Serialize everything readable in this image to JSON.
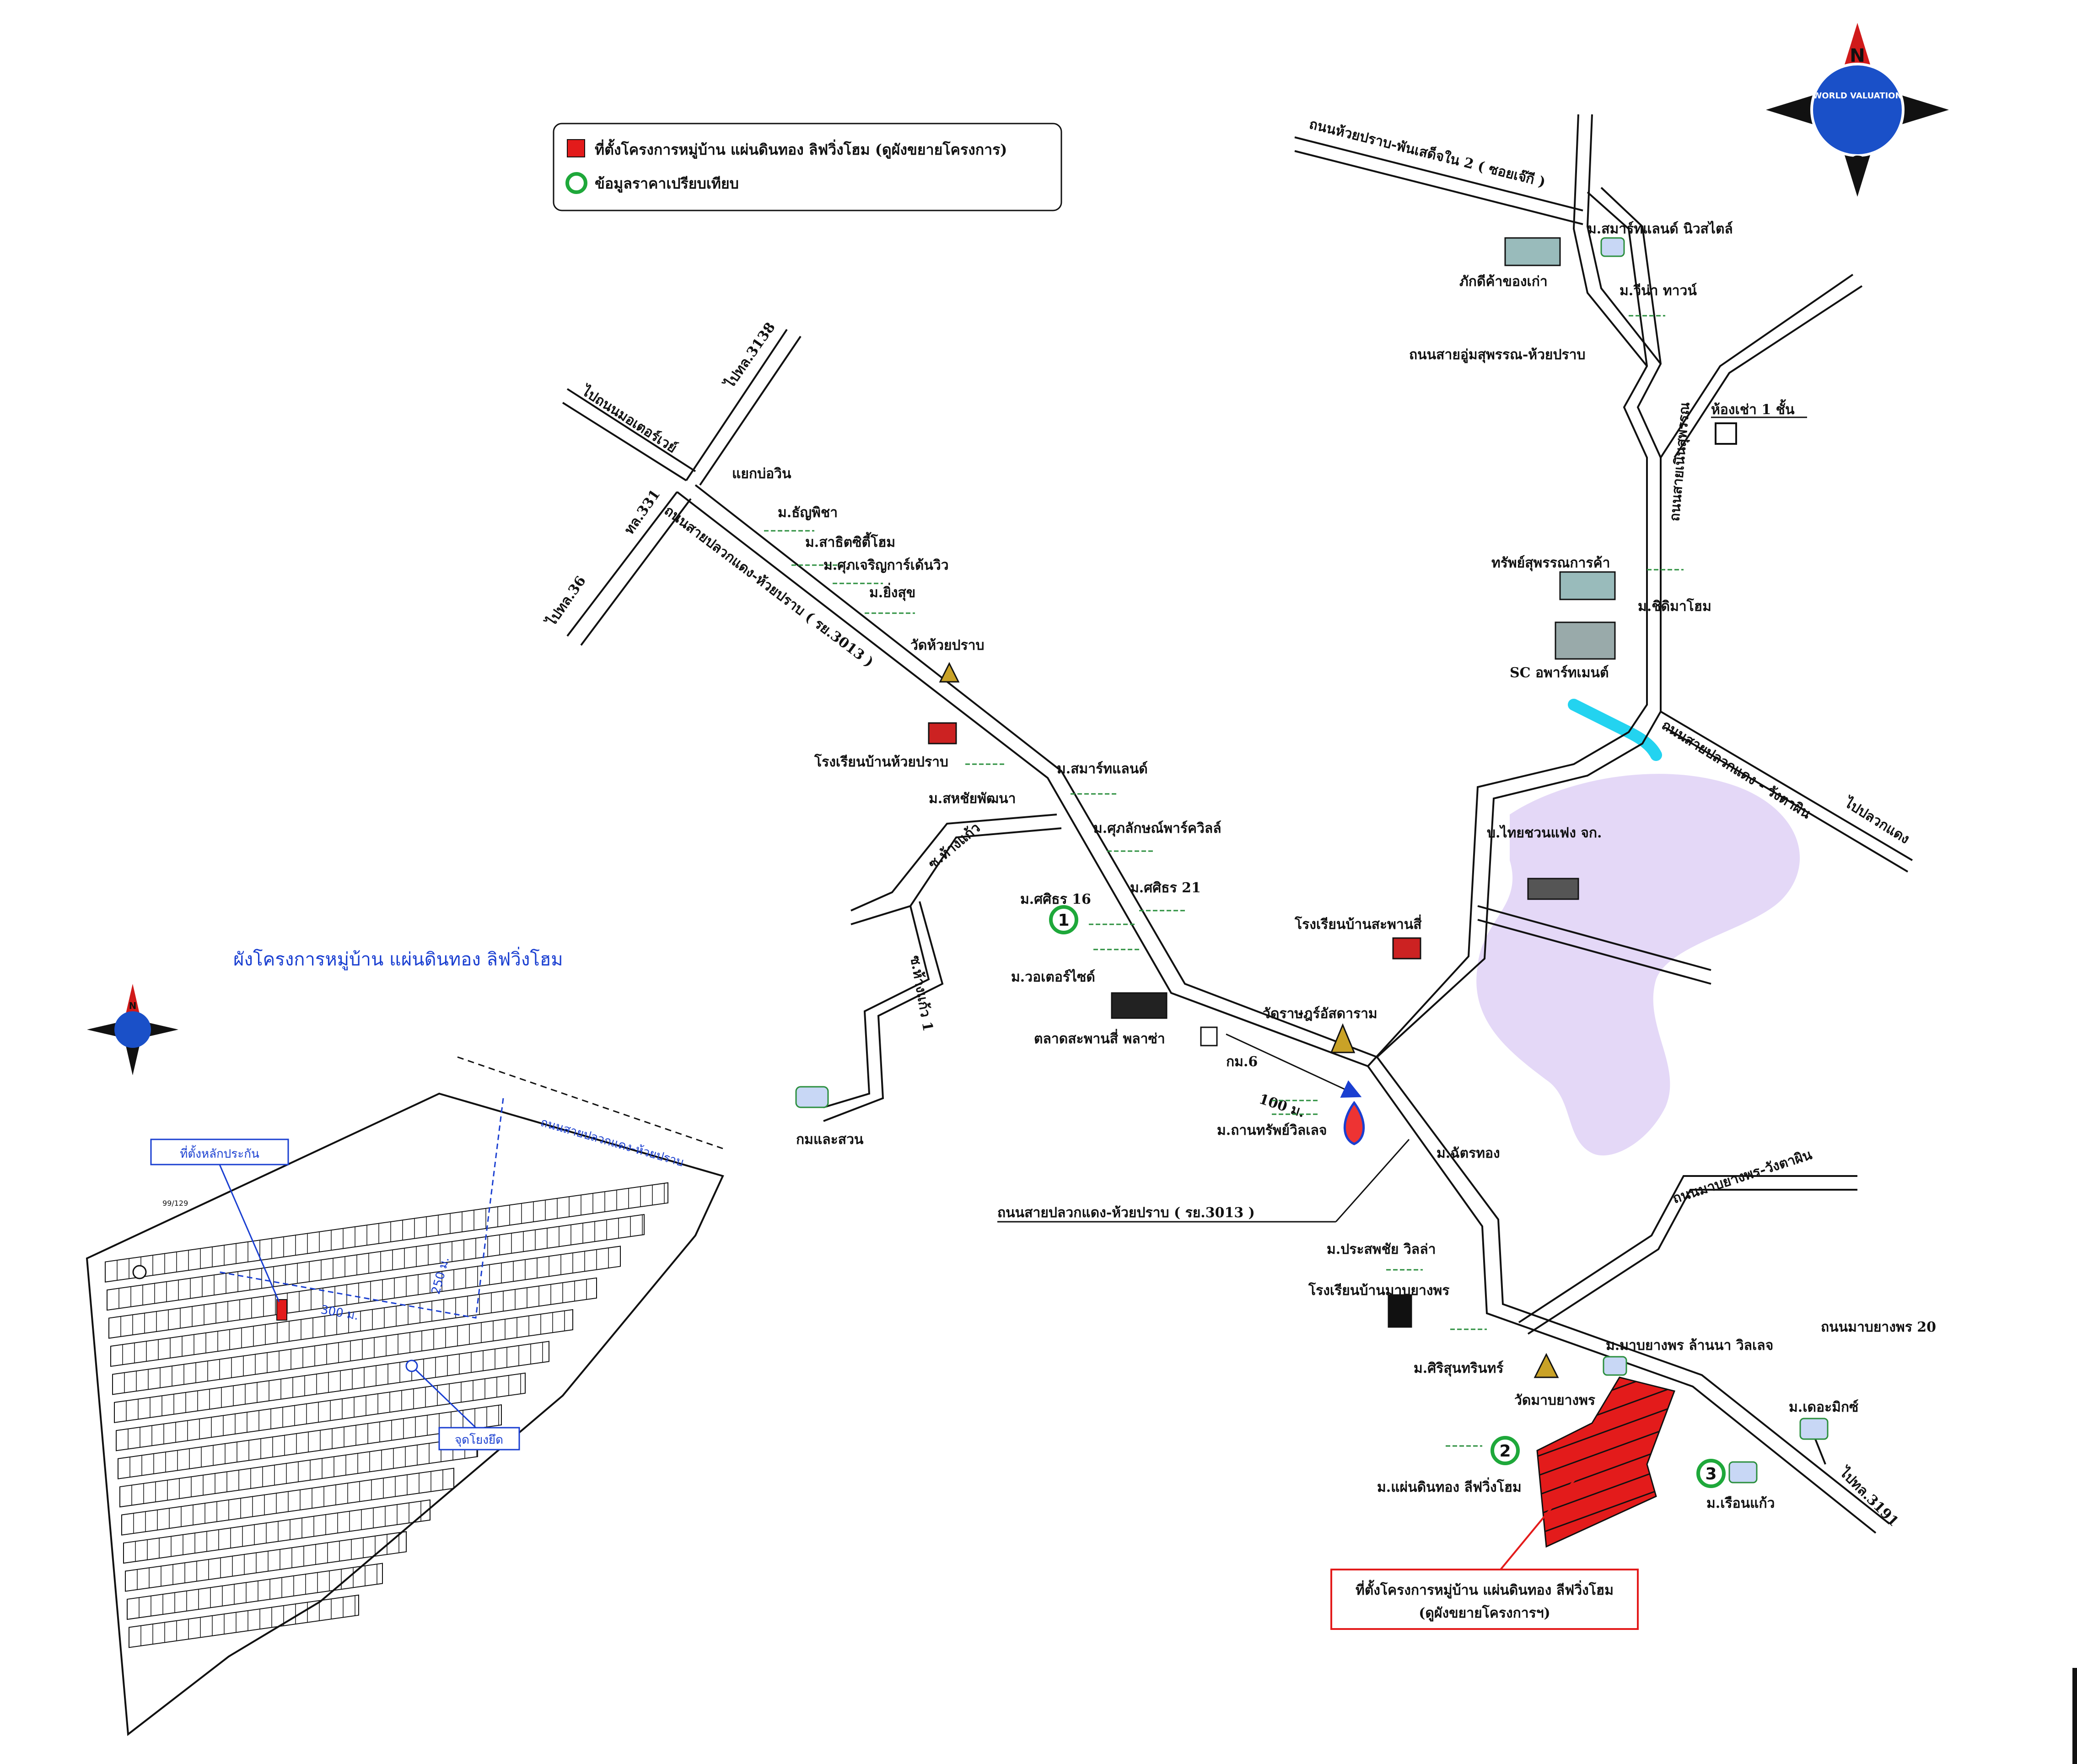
{
  "legend": {
    "project_location": "ที่ตั้งโครงการหมู่บ้าน แผ่นดินทอง ลิฟวิ่งโฮม (ดูผังขยายโครงการ)",
    "comparables": "ข้อมูลราคาเปรียบเทียบ"
  },
  "compass": {
    "n": "N",
    "s": "S",
    "e": "E",
    "w": "W",
    "brand": "WORLD VALUATION"
  },
  "small_compass": {
    "n": "N",
    "s": "S",
    "e": "E",
    "w": "W"
  },
  "roads": {
    "main_road_diag": "ถนนสายปลวกแดง-ห้วยปราบ ( รย.3013 )",
    "main_road_callout": "ถนนสายปลวกแดง-ห้วยปราบ ( รย.3013 )",
    "huai_prab_phan": "ถนนห้วยปราบ-พันเสด็จใน 2 ( ซอยเจ๊กี )",
    "sai_nong_suphan": "ถนนสายอู่มสุพรรณ-ห้วยปราบ",
    "noen_suphan": "ถนนสายเนินสุพรรณ",
    "pluak_daeng_wang": "ถนนสายปลวกแดง - วังตาผิน",
    "to_pluak_daeng": "ไปปลวกแดง",
    "mab_yang_wang": "ถนนมาบยางพร-วังตาผิน",
    "mab_yang_20": "ถนนมาบยางพร 20",
    "to_3191": "ไปทล.3191",
    "to_3138": "ไปทล.3138",
    "to_neonsamae": "ไปถนนมอเตอร์เวย์",
    "tl331": "ทล.331",
    "to_tl36": "ไปทล.36",
    "yaek_bo_win": "แยกบ่อวิน",
    "soi_hang_kaeo": "ซ.ห้างแก้ว",
    "soi_hang_kaeo1": "ซ.ห้างแก้ว 1",
    "km6": "กม.6",
    "dist_100": "100 ม."
  },
  "places": {
    "dhanya": "ม.ธัญพิชา",
    "sathit": "ม.สาธิตซิตี้โฮม",
    "supha": "ม.ศุภเจริญการ์เด้นวิว",
    "ying_suk": "ม.ยิ่งสุข",
    "wat_huai_prab": "วัดห้วยปราบ",
    "school_huai_prab": "โรงเรียนบ้านห้วยปราบ",
    "saha_phat": "ม.สหชัยพัฒนา",
    "smart_land": "ม.สมาร์ทแลนด์",
    "suphak": "ม.ศุภลักษณ์พาร์ควิลล์",
    "kasem16": "ม.ศศิธร 16",
    "kasem21": "ม.ศศิธร 21",
    "water_side": "ม.วอเตอร์ไซด์",
    "market": "ตลาดสะพานสี่ พลาซ่า",
    "kolae": "กมและสวน",
    "wat_rat": "วัดราษฎร์อัสดาราม",
    "ptt": "ม.ถานทรัพย์วิลเลจ",
    "school_saphan": "โรงเรียนบ้านสะพานสี่",
    "thai_chuan": "บ.ไทยชวนแฟง จก.",
    "sap_suphan": "ทรัพย์สุพรรณการค้า",
    "sc_apt": "SC อพาร์ทเมนต์",
    "chidlom": "ม.ชิดิมาโฮม",
    "room_rent": "ห้องเช่า 1 ชั้น",
    "smart_nu": "ม.สมาร์ทแลนด์ นิวสไตล์",
    "vina": "ม.วีน่า ทาวน์",
    "pakdee": "ภักดีค้าของเก่า",
    "chat_thong": "ม.ฉัตรทอง",
    "prasop": "ม.ประสพชัย วิลล่า",
    "school_mab": "โรงเรียนบ้านมาบยางพร",
    "siri": "ม.ศิริสุนทรินทร์",
    "wat_mab": "วัดมาบยางพร",
    "mab_lanna": "ม.มาบยางพร ล้านนา วิลเลจ",
    "the_mix": "ม.เดอะมิกซ์",
    "ruean_kaeo": "ม.เรือนแก้ว",
    "paen_din": "ม.แผ่นดินทอง ลีฟวิ่งโฮม"
  },
  "markers": {
    "m1": "1",
    "m2": "2",
    "m3": "3"
  },
  "callout": {
    "line1": "ที่ตั้งโครงการหมู่บ้าน แผ่นดินทอง ลีฟวิ่งโฮม",
    "line2": "(ดูผังขยายโครงการฯ)"
  },
  "plan": {
    "title": "ผังโครงการหมู่บ้าน แผ่นดินทอง ลิฟวิ่งโฮม",
    "road_label": "ถนนสายปลวกแดง-ห้วยปราบ",
    "parcel_label": "ที่ตั้งหลักประกัน",
    "point_label": "จุดโยงยึด",
    "dim_250": "250 ม.",
    "dim_300": "300 ม.",
    "lot_no": "99/129"
  },
  "colors": {
    "project_red": "#e31b1b",
    "marker_green": "#1ea83a",
    "river": "#23d3f0",
    "lake": "#e4d8f7",
    "plan_blue": "#1a3fd1"
  }
}
